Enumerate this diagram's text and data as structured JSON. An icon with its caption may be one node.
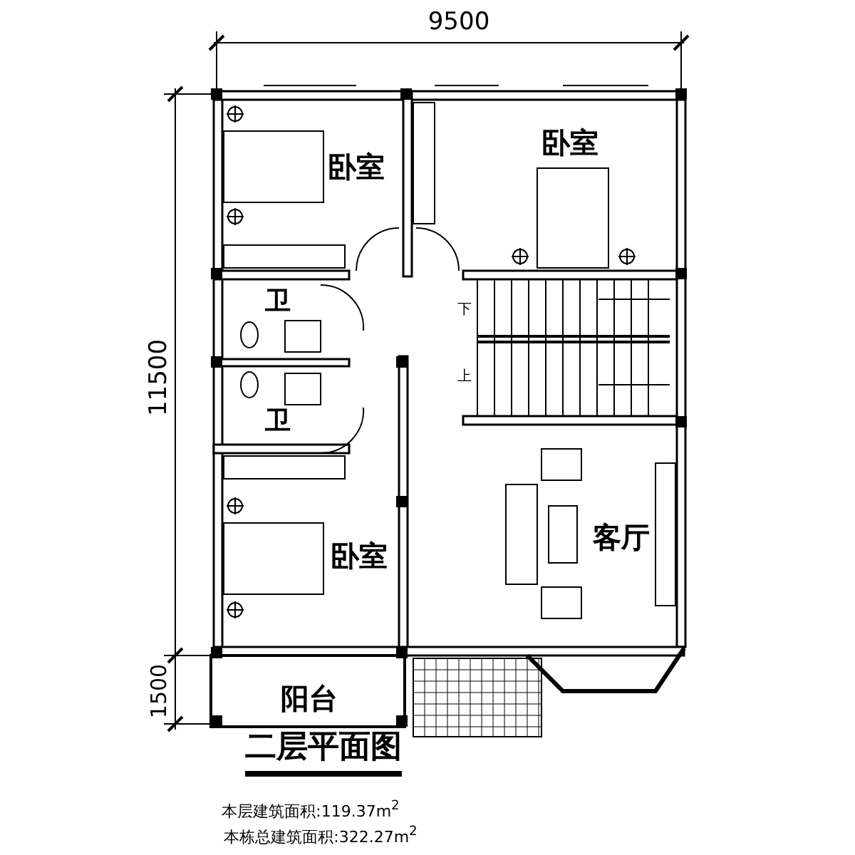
{
  "diagram": {
    "title": "二层平面图",
    "labels": [
      "9500",
      "卧室",
      "卧室",
      "卫",
      "下",
      "11500",
      "上",
      "卫",
      "客厅",
      "卧室",
      "阳台",
      "1500",
      "本层建筑面积:119.37m$^{2}$",
      "本栋总建筑面积:322.27m$^{2}$"
    ]
  }
}
